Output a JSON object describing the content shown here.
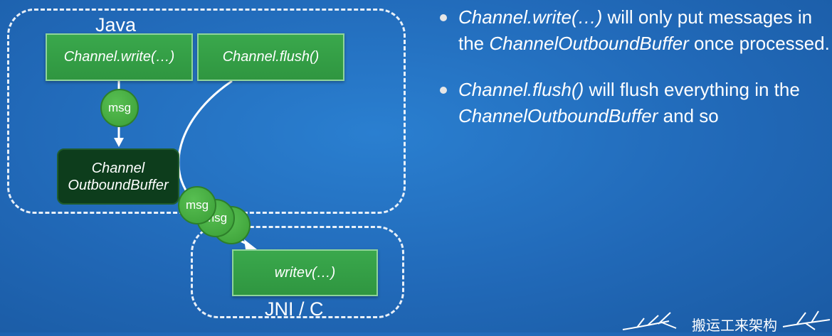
{
  "diagram": {
    "java_label": "Java",
    "jni_label": "JNI / C",
    "write_box": "Channel.write(…)",
    "flush_box": "Channel.flush()",
    "outbound_line1": "Channel",
    "outbound_line2": "OutboundBuffer",
    "writev_box": "writev(…)",
    "msg_label": "msg"
  },
  "bullets": [
    {
      "em1": "Channel.write(…)",
      "text1": " will only put messages in the ",
      "em2": "ChannelOutboundBuffer",
      "text2": " once processed."
    },
    {
      "em1": "Channel.flush()",
      "text1": " will flush everything in the ",
      "em2": "ChannelOutboundBuffer",
      "text2": " and so"
    }
  ],
  "watermark": {
    "text": "搬运工来架构"
  },
  "colors": {
    "background": "#2169b8",
    "box_green": "#34a046",
    "buffer_dark_green": "#0d3d1c",
    "msg_green": "#4bb245"
  }
}
